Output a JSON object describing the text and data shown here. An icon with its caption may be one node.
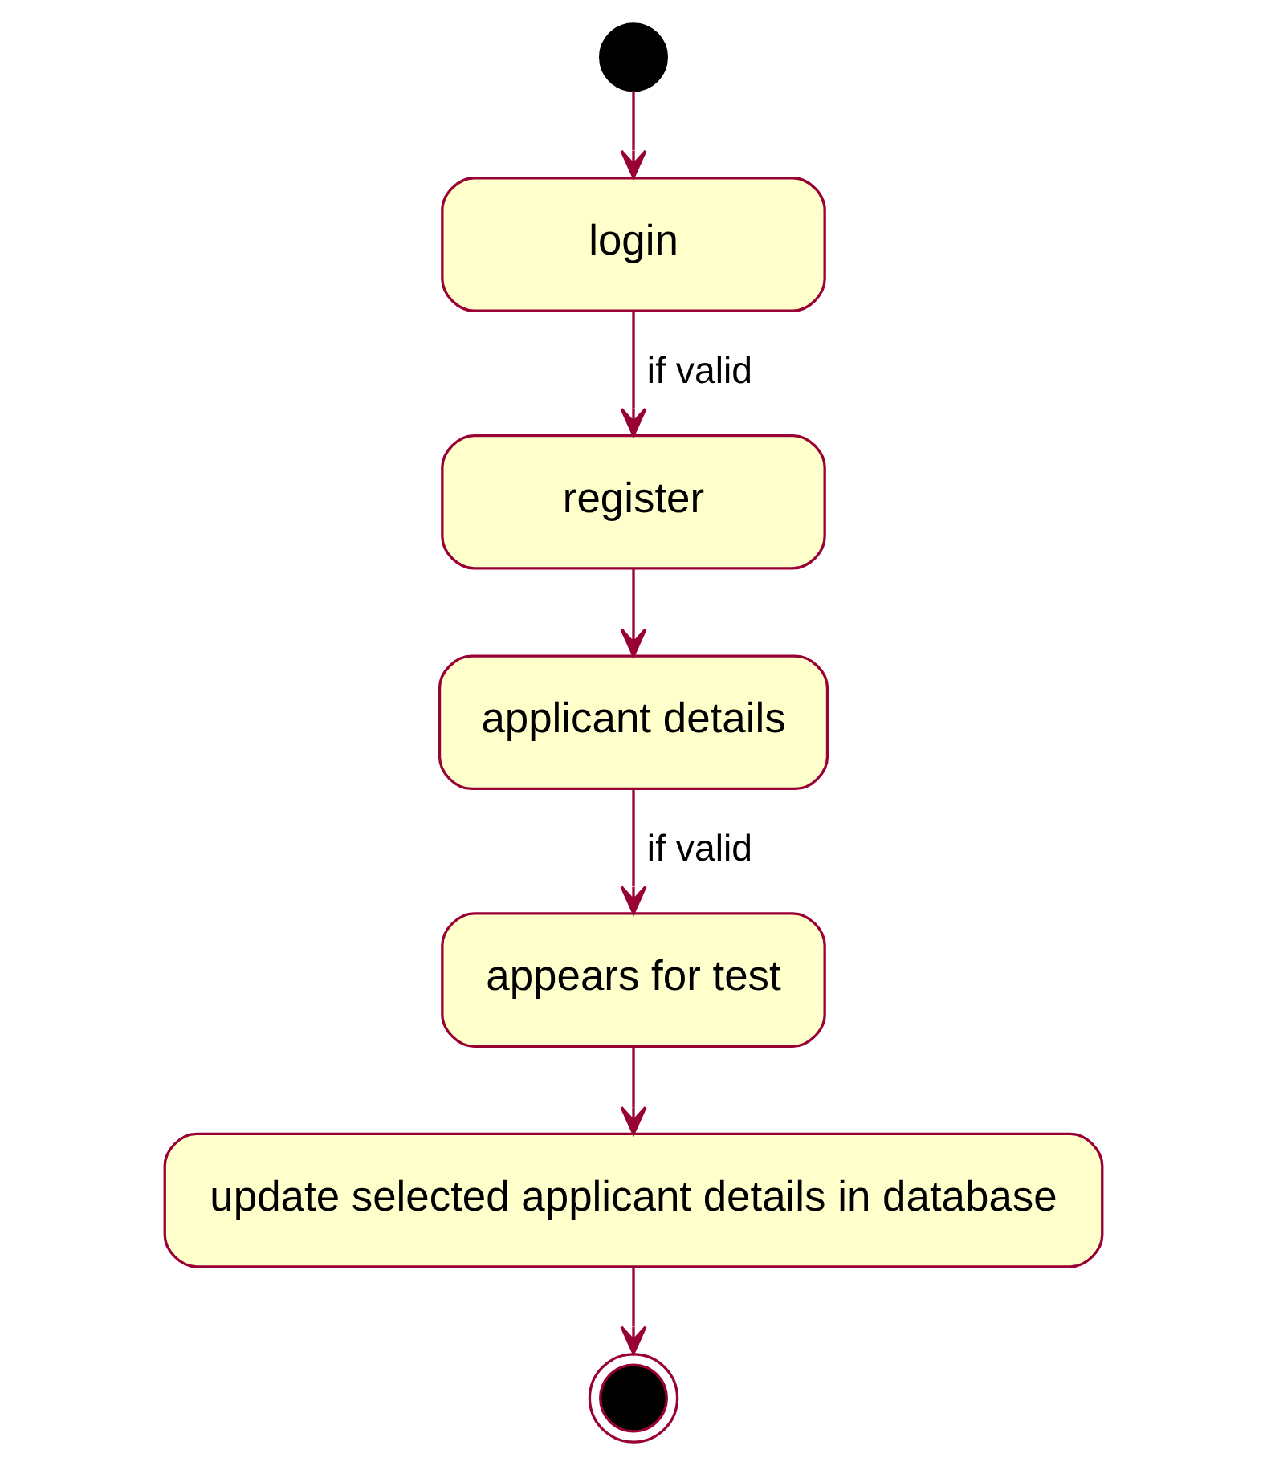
{
  "diagram": {
    "nodes": [
      {
        "text": [],
        "shape": "circle"
      },
      {
        "text": [
          "login"
        ]
      },
      {
        "text": [
          "register"
        ]
      },
      {
        "text": [
          "applicant details"
        ]
      },
      {
        "text": [
          "appears for test"
        ]
      },
      {
        "text": [
          "update selected applicant details in database"
        ]
      },
      {
        "text": [],
        "shape": "circle"
      }
    ],
    "edges": [
      {
        "from": 0,
        "to": 1,
        "arrow": "to"
      },
      {
        "from": 1,
        "to": 2,
        "arrow": "to",
        "label": "if valid"
      },
      {
        "from": 2,
        "to": 3,
        "arrow": "to"
      },
      {
        "from": 3,
        "to": 4,
        "arrow": "to",
        "label": "if valid"
      },
      {
        "from": 4,
        "to": 5,
        "arrow": "to"
      },
      {
        "from": 5,
        "to": 6,
        "arrow": "to"
      }
    ]
  }
}
